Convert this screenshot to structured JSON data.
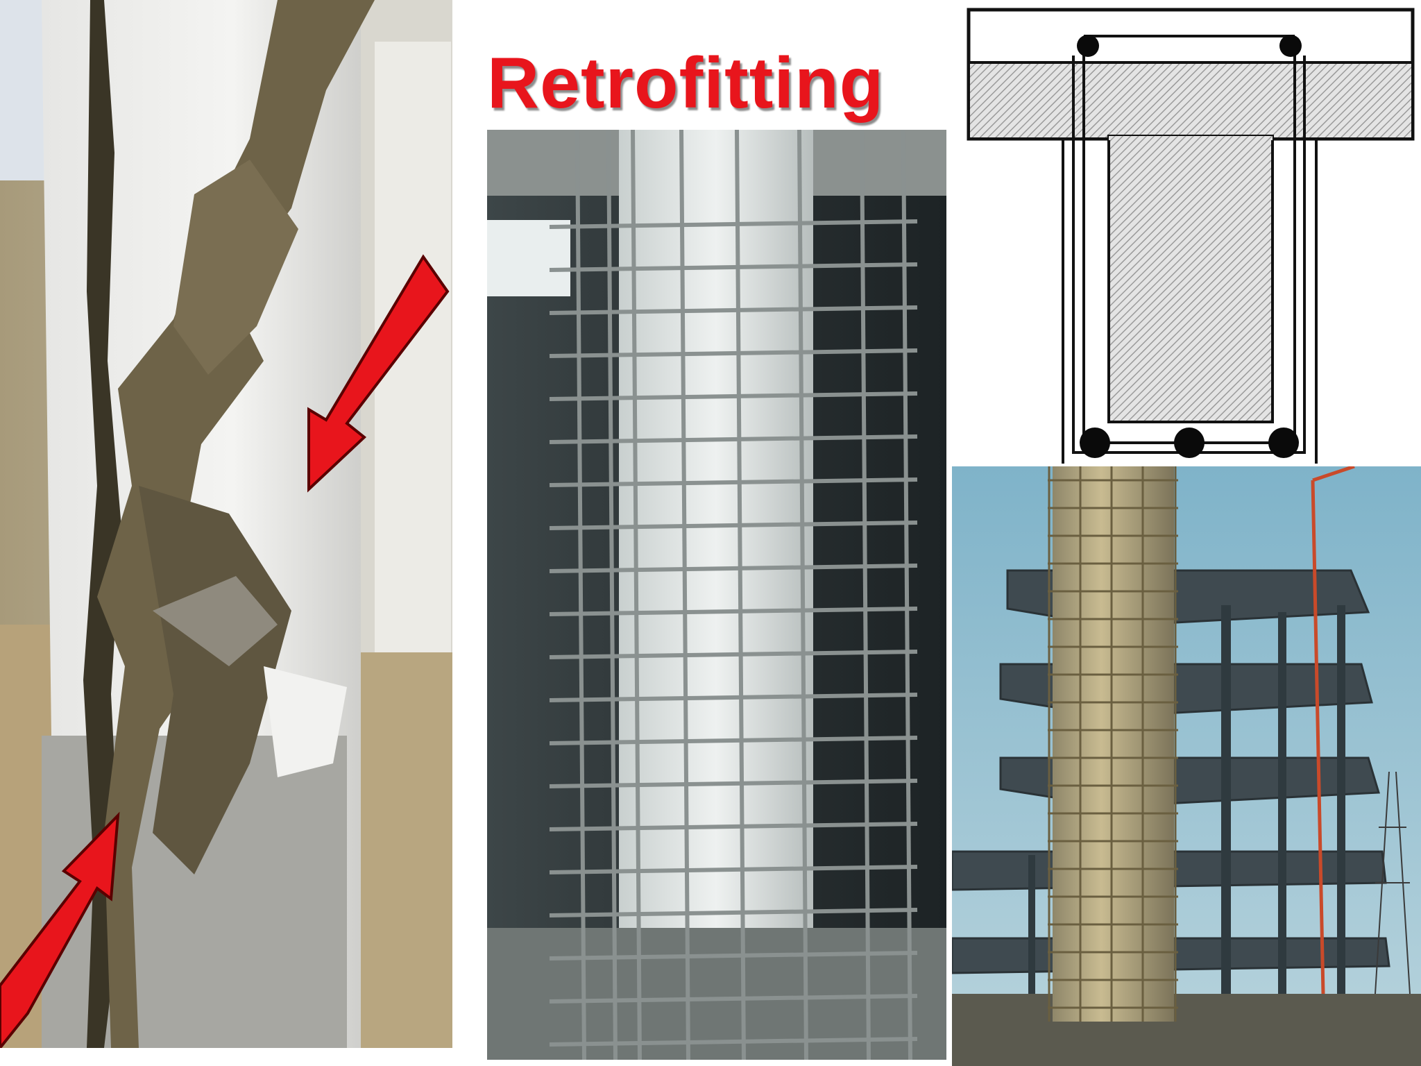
{
  "slide": {
    "title": "Retrofitting",
    "title_color": "#e8151c"
  },
  "panels": {
    "damaged_column": {
      "icon": "damaged-column-photo",
      "arrow_color": "#e8151c",
      "arrow_count": 2
    },
    "rebar_cage": {
      "icon": "column-rebar-jacket-photo"
    },
    "section_drawing": {
      "icon": "t-beam-cross-section-drawing",
      "bar_count": 5
    },
    "building": {
      "icon": "building-shear-wall-retrofit-photo"
    }
  }
}
